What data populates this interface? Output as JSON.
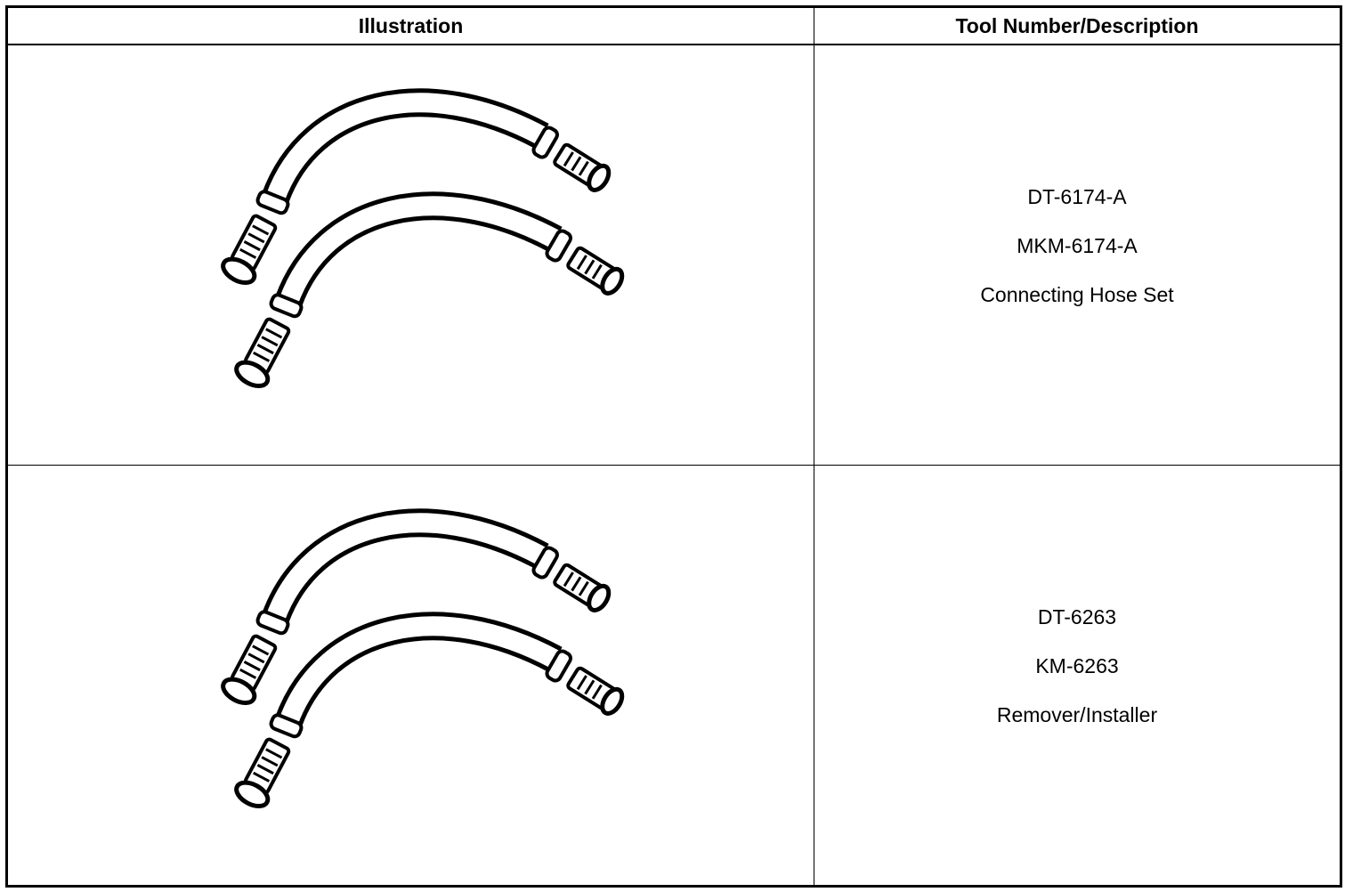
{
  "table": {
    "headers": {
      "illustration": "Illustration",
      "tool": "Tool Number/Description"
    },
    "rows": [
      {
        "illustration_icon": "connecting-hose-set-illustration",
        "lines": [
          "DT-6174-A",
          "MKM-6174-A",
          "Connecting Hose Set"
        ]
      },
      {
        "illustration_icon": "remover-installer-illustration",
        "lines": [
          "DT-6263",
          "KM-6263",
          "Remover/Installer"
        ]
      }
    ]
  }
}
